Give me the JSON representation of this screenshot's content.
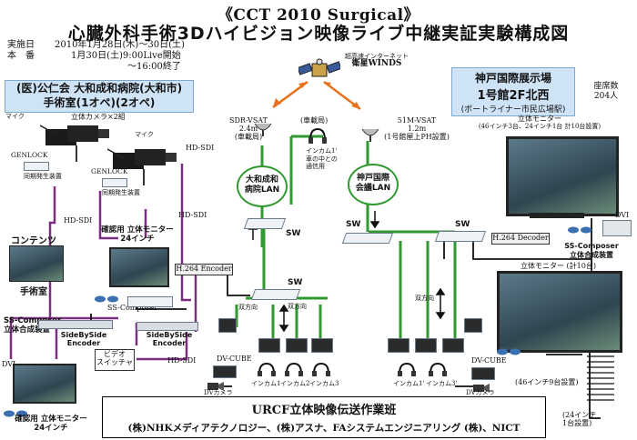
{
  "title": "《CCT 2010 Surgical》",
  "subtitle": "心臓外科手術3Dハイビジョン映像ライブ中継実証実験構成図",
  "schedule": {
    "row1_label": "実施日",
    "row1_value": "2010年1月28日(木)〜30日(土)",
    "row2_label": "本　番",
    "row2_value": "1月30日(土)9:00Live開始",
    "row3_value": "〜16:00終了"
  },
  "hospital": {
    "line1": "(医)公仁会 大和成和病院(大和市)",
    "line2": "手術室(1オペ)(2オペ)"
  },
  "kobe": {
    "line1": "神戸国際展示場",
    "line2": "1号館2F北西",
    "line3": "(ポートライナー市民広場駅)"
  },
  "seats": {
    "label": "座席数",
    "value": "204人"
  },
  "satellite": {
    "line1": "超高速インターネット",
    "line2": "衛星WINDS"
  },
  "vsat_left": {
    "line1": "SDR-VSAT",
    "line2": "2.4m",
    "line3": "(車載局)"
  },
  "vsat_right": {
    "line1": "51M-VSAT",
    "line2": "1.2m",
    "line3": "(1号館屋上PH設置)"
  },
  "vehicle": "(車載局)",
  "incam_note": {
    "line1": "インカム1'",
    "line2": "車の中との",
    "line3": "通信用"
  },
  "lan_left": {
    "line1": "大和成和",
    "line2": "病院LAN"
  },
  "lan_right": {
    "line1": "神戸国際",
    "line2": "会議LAN"
  },
  "sw": "SW",
  "bidir": "双方向",
  "labels": {
    "mic": "マイク",
    "stereo_cam": "立体カメラ×2組",
    "genlock": "GENLOCK",
    "sync_gen": "同期発生装置",
    "hd_sdi": "HD-SDI",
    "contents": "コンテンツ",
    "or_room": "手術室",
    "check_monitor_24": {
      "line1": "確認用 立体モニター",
      "line2": "24インチ"
    },
    "ss_composer": "SS-Composer",
    "ss_composer_l": {
      "line1": "SS-Composer",
      "line2": "立体合成装置"
    },
    "sbs_encoder": {
      "line1": "SideBySide",
      "line2": "Encoder"
    },
    "video_switcher": {
      "line1": "ビデオ",
      "line2": "スイッチャ"
    },
    "h264_encoder": "H.264 Encoder",
    "h264_decoder": "H.264 Decoder",
    "dv_cube": "DV-CUBE",
    "dv_camera": "DVカメラ",
    "dvi": "DVI",
    "check_monitor_bottom": {
      "line1": "確認用 立体モニター",
      "line2": "24インチ"
    },
    "incams_left": [
      "インカム1",
      "インカム2",
      "インカム3"
    ],
    "incams_right": [
      "インカム1'",
      "インカム3'"
    ],
    "monitor_top": {
      "line1": "立体モニター",
      "line2": "(46インチ3台、24インチ1台 計10台設置)"
    },
    "ss_composer_r": {
      "line1": "SS-Composer",
      "line2": "立体合成装置"
    },
    "monitor_mid": "立体モニター (計10台)",
    "monitor_46": "(46インチ9台設置)",
    "monitor_24": {
      "line1": "(24インチ",
      "line2": "1台設置)"
    }
  },
  "footer": {
    "line1": "URCF立体映像伝送作業班",
    "line2": "(株)NHKメディアテクノロジー、(株)アスナ、FAシステムエンジニアリング (株)、NICT"
  },
  "colors": {
    "green": "#2f9a2f",
    "purple": "#7b2d7f",
    "orange": "#e8701a",
    "black": "#111111",
    "panel": "#cfe3f6"
  }
}
